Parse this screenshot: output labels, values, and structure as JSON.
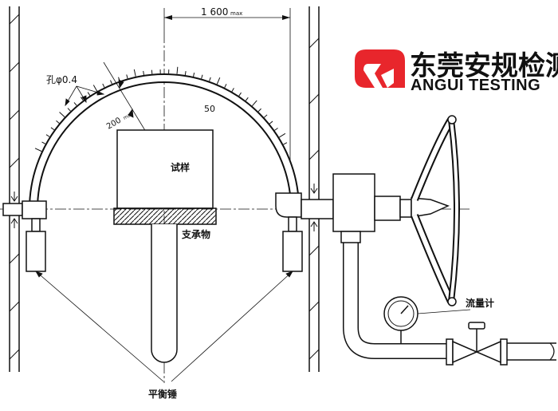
{
  "logo": {
    "name_cn": "东莞安规检测",
    "name_en": "ANGUI TESTING",
    "accent_color": "#e8262c"
  },
  "labels": {
    "dimension_width": "1 600",
    "dimension_width_unit": "max",
    "hole": "孔φ0.4",
    "dimension_height": "200",
    "dimension_height_unit": "max",
    "scale_mark": "50",
    "specimen": "试样",
    "support": "支承物",
    "flow_meter": "流量计",
    "counterweight": "平衡锤"
  },
  "icons": [
    "brand-logo-icon",
    "pressure-gauge-icon",
    "handwheel-icon",
    "valve-icon"
  ]
}
